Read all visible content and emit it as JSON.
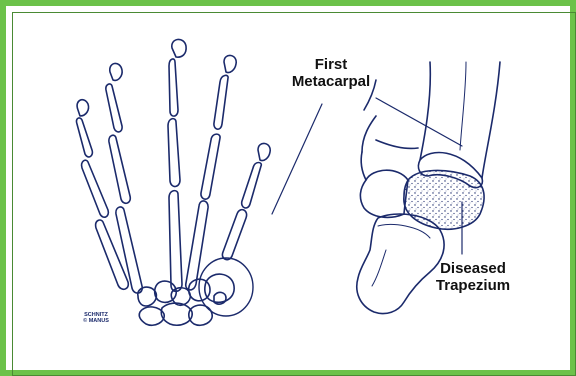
{
  "labels": {
    "first_metacarpal_line1": "First",
    "first_metacarpal_line2": "Metacarpal",
    "diseased_trapezium_line1": "Diseased",
    "diseased_trapezium_line2": "Trapezium"
  },
  "credit": {
    "line1": "SCHNITZ",
    "line2": "© MANUS"
  },
  "colors": {
    "frame": "#6cc24a",
    "ink": "#1b2a6b"
  }
}
